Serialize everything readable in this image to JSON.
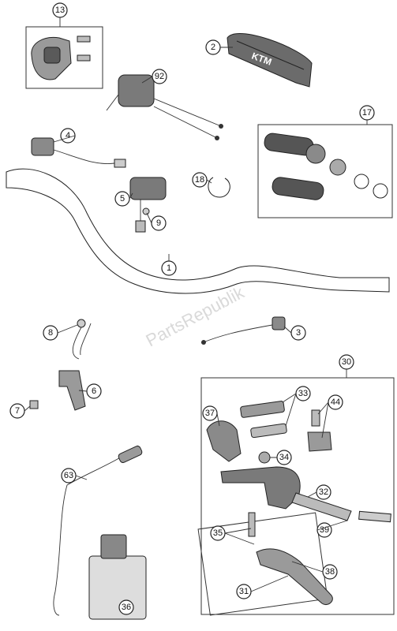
{
  "watermark": "PartsRepublik",
  "callouts": [
    "13",
    "2",
    "92",
    "4",
    "17",
    "5",
    "18",
    "9",
    "1",
    "8",
    "3",
    "30",
    "6",
    "33",
    "7",
    "37",
    "44",
    "34",
    "63",
    "32",
    "35",
    "39",
    "38",
    "36",
    "31"
  ]
}
